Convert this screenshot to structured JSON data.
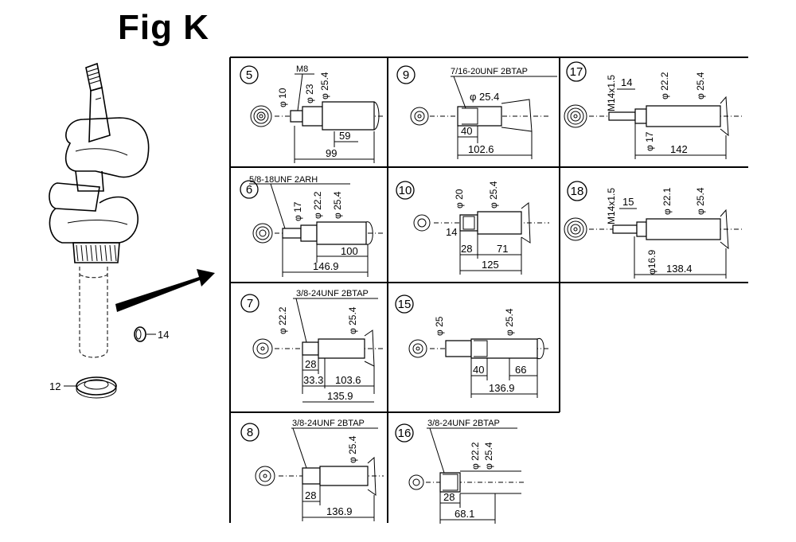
{
  "title": "Fig K",
  "callouts": {
    "washer": "12",
    "cap": "14"
  },
  "panels": [
    {
      "id": "5",
      "thread": "M8",
      "diameters": [
        "φ 10",
        "φ 23",
        "φ 25.4"
      ],
      "dims": [
        "59",
        "99"
      ]
    },
    {
      "id": "9",
      "thread": "7/16-20UNF 2BTAP",
      "diameters": [
        "φ 25.4"
      ],
      "dims": [
        "40",
        "102.6"
      ]
    },
    {
      "id": "17",
      "thread": "M14x1.5",
      "diameters": [
        "φ 22.2",
        "φ 25.4",
        "φ 17"
      ],
      "dims": [
        "14",
        "142"
      ]
    },
    {
      "id": "6",
      "thread": "5/8-18UNF 2ARH",
      "diameters": [
        "φ 17",
        "φ 22.2",
        "φ 25.4"
      ],
      "dims": [
        "100",
        "146.9"
      ]
    },
    {
      "id": "10",
      "thread": "",
      "diameters": [
        "φ 20",
        "φ 25.4"
      ],
      "dims": [
        "14",
        "28",
        "71",
        "125"
      ]
    },
    {
      "id": "18",
      "thread": "M14x1.5",
      "diameters": [
        "φ 22.1",
        "φ 25.4",
        "φ16.9"
      ],
      "dims": [
        "15",
        "138.4"
      ]
    },
    {
      "id": "7",
      "thread": "3/8-24UNF 2BTAP",
      "diameters": [
        "φ 22.2",
        "φ 25.4"
      ],
      "dims": [
        "28",
        "33.3",
        "103.6",
        "135.9"
      ]
    },
    {
      "id": "15",
      "thread": "",
      "diameters": [
        "φ 25",
        "φ 25.4"
      ],
      "dims": [
        "40",
        "66",
        "136.9"
      ]
    },
    {
      "id": "8",
      "thread": "3/8-24UNF 2BTAP",
      "diameters": [
        "φ 25.4"
      ],
      "dims": [
        "28",
        "136.9"
      ]
    },
    {
      "id": "16",
      "thread": "3/8-24UNF 2BTAP",
      "diameters": [
        "φ 22.2",
        "φ 25.4"
      ],
      "dims": [
        "28",
        "68.1"
      ]
    }
  ]
}
